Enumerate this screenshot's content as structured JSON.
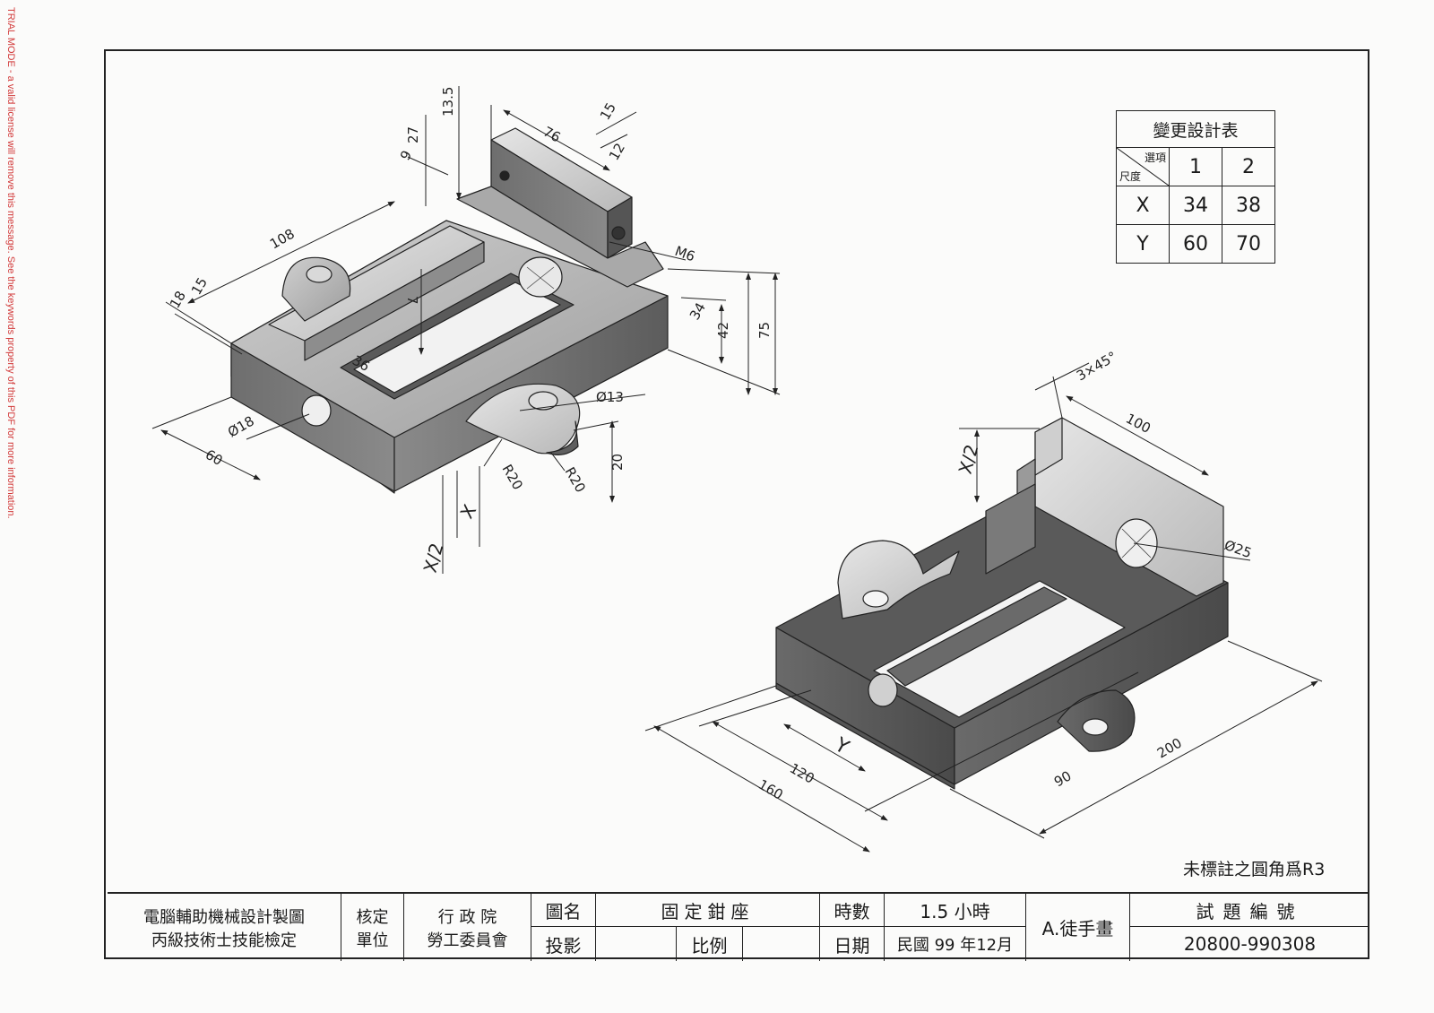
{
  "watermark": "TRIAL MODE - a valid license will remove this message. See the keywords property of this PDF for more information.",
  "change_table": {
    "title": "變更設計表",
    "header_option": "選項",
    "header_dimension": "尺度",
    "columns": [
      "1",
      "2"
    ],
    "rows": [
      {
        "name": "X",
        "values": [
          "34",
          "38"
        ]
      },
      {
        "name": "Y",
        "values": [
          "60",
          "70"
        ]
      }
    ]
  },
  "dimensions_left": {
    "d76": "76",
    "d15a": "15",
    "d12": "12",
    "d13_5": "13.5",
    "d27": "27",
    "d9": "9",
    "d108": "108",
    "d18": "18",
    "d15b": "15",
    "d36": "36",
    "d7": "7",
    "dM6": "M6",
    "d34": "34",
    "d42": "42",
    "d75": "75",
    "dPhi13": "Ø13",
    "dPhi18": "Ø18",
    "d60": "60",
    "d20": "20",
    "dR20a": "R20",
    "dR20b": "R20",
    "dX": "X",
    "dXhalf": "X/2"
  },
  "dimensions_right": {
    "d3x45": "3×45°",
    "d100": "100",
    "dXhalf": "X/2",
    "dPhi25": "Ø25",
    "dY": "Y",
    "d120": "120",
    "d160": "160",
    "d90": "90",
    "d200": "200"
  },
  "note": "未標註之圓角爲R3",
  "title_block": {
    "org_line1": "電腦輔助機械設計製圖",
    "org_line2": "丙級技術士技能檢定",
    "approve_line1": "核定",
    "approve_line2": "單位",
    "unit_line1": "行 政 院",
    "unit_line2": "勞工委員會",
    "drawing_name_label": "圖名",
    "drawing_name": "固定鉗座",
    "projection_label": "投影",
    "scale_label": "比例",
    "hours_label": "時數",
    "hours": "1.5 小時",
    "date_label": "日期",
    "date": "民國 99 年12月",
    "method": "A.徒手畫",
    "exam_no_label": "試題編號",
    "exam_no": "20800-990308"
  }
}
